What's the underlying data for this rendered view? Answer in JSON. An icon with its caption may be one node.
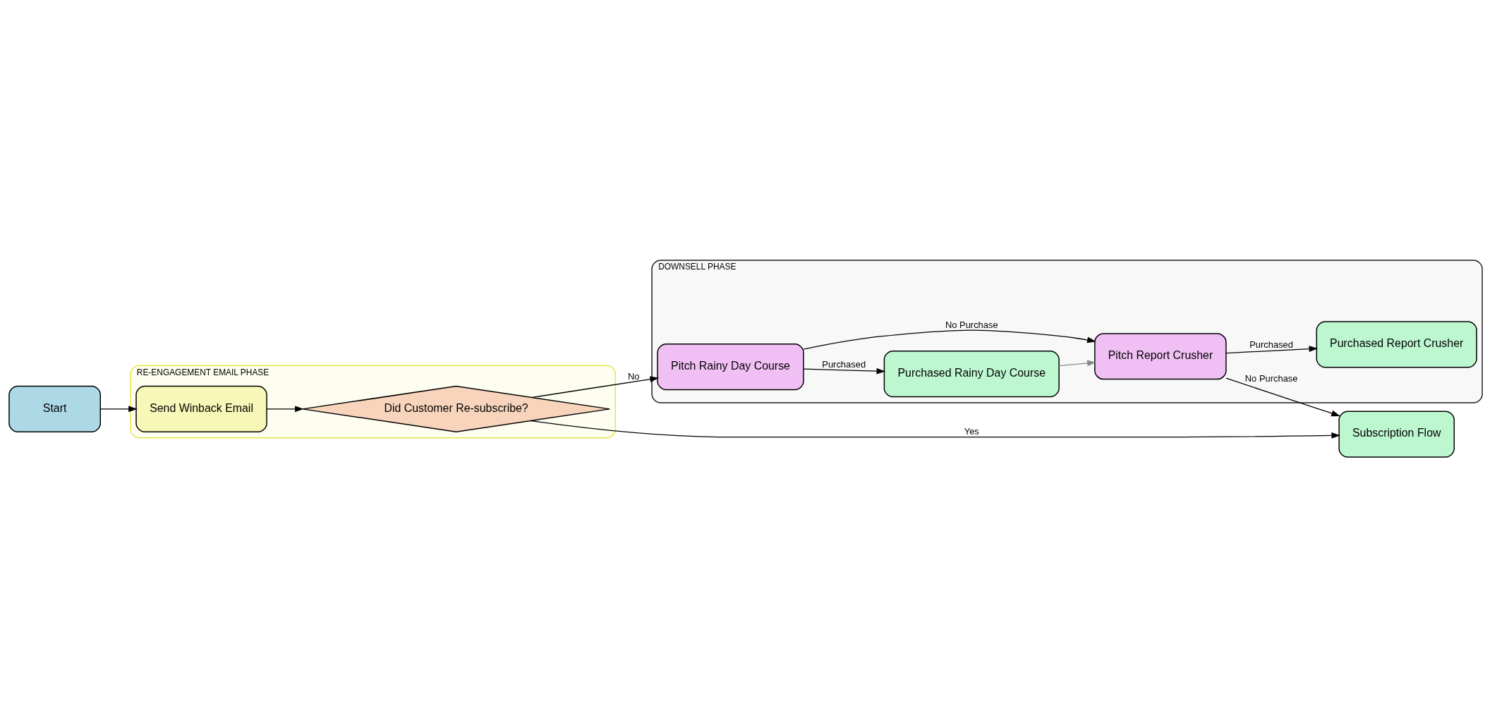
{
  "diagram": {
    "nodes": [
      {
        "text": [
          "RE-ENGAGEMENT EMAIL PHASE"
        ]
      },
      {
        "text": [
          "Start"
        ]
      },
      {
        "text": [
          "Send Winback Email"
        ],
        "in": 0
      },
      {
        "text": [
          "Did Customer Re-subscribe?"
        ],
        "in": 0
      },
      {
        "text": [
          "Subscription Flow"
        ]
      },
      {
        "text": [
          "DOWNSELL PHASE"
        ]
      },
      {
        "text": [
          "Pitch Rainy Day Course"
        ],
        "in": 5
      },
      {
        "text": [
          "Purchased Rainy Day Course"
        ],
        "in": 5
      },
      {
        "text": [
          "Pitch Report Crusher"
        ],
        "in": 5
      },
      {
        "text": [
          "Purchased Report Crusher"
        ],
        "in": 5
      }
    ],
    "edges": [
      {
        "from": 1,
        "to": 2,
        "arrow": "to"
      },
      {
        "from": 2,
        "to": 3,
        "arrow": "to"
      },
      {
        "from": 3,
        "to": 4,
        "arrow": "to",
        "label": "Yes"
      },
      {
        "from": 3,
        "to": 6,
        "arrow": "to",
        "label": "No"
      },
      {
        "from": 6,
        "to": 7,
        "arrow": "to",
        "label": "Purchased"
      },
      {
        "from": 6,
        "to": 8,
        "arrow": "to",
        "label": "No Purchase"
      },
      {
        "from": 7,
        "to": 8,
        "arrow": "to",
        "color": "#888888"
      },
      {
        "from": 8,
        "to": 4,
        "arrow": "to",
        "label": "No Purchase"
      },
      {
        "from": 8,
        "to": 9,
        "arrow": "to",
        "label": "Purchased"
      }
    ]
  }
}
